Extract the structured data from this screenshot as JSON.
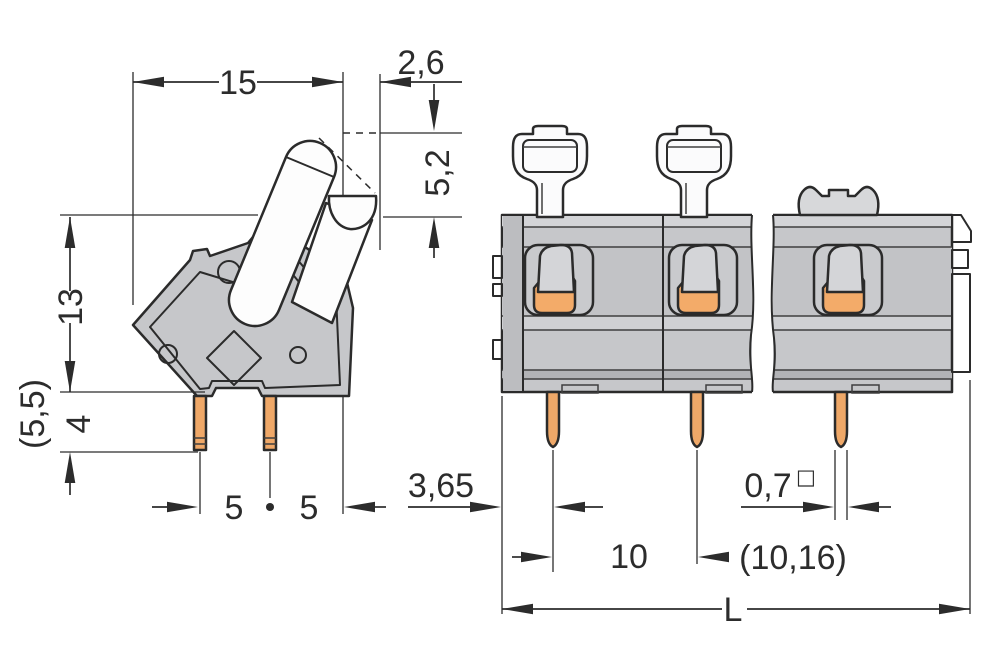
{
  "drawing": {
    "type": "technical-dimension-drawing",
    "subject": "pcb-terminal-block-with-push-button",
    "views": [
      "side-view",
      "front-view"
    ],
    "colors": {
      "background": "#ffffff",
      "line": "#2c2c2c",
      "housing": "#c6c7ca",
      "housing_light": "#d3d4d7",
      "housing_dark": "#b2b3b6",
      "conductor_orange": "#efa868",
      "clamp_orange": "#f3ab69",
      "lever_white": "#fdfdfd"
    }
  },
  "dimensions": {
    "top_width": "15",
    "lever_travel": "2,6",
    "lever_height": "5,2",
    "housing_height": "13",
    "pin_length_total": "(5,5)",
    "pin_length": "4",
    "pin_spacing_left": "5",
    "pin_spacing_right": "5",
    "edge_to_first_pin": "3,65",
    "pin_cross_section": "0,7",
    "pin_cross_section_symbol": "□",
    "pole_pitch": "10",
    "pole_pitch_alt": "(10,16)",
    "overall_length": "L"
  }
}
